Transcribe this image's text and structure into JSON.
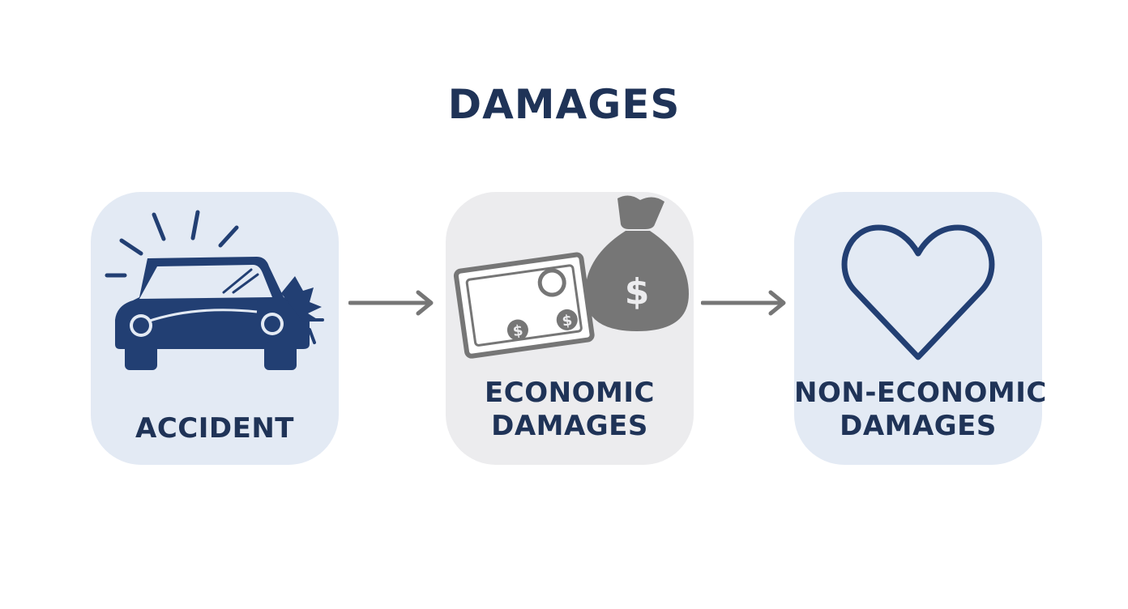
{
  "title": "DAMAGES",
  "nodes": [
    {
      "id": "accident",
      "label": "ACCIDENT",
      "icon": "car-crash-icon"
    },
    {
      "id": "economic",
      "label_lines": [
        "ECONOMIC",
        "DAMAGES"
      ],
      "icon": "money-icon"
    },
    {
      "id": "non_economic",
      "label_lines": [
        "NON-ECONOMIC",
        "DAMAGES"
      ],
      "icon": "heart-icon"
    }
  ],
  "colors": {
    "navy": "#1f3357",
    "car_blue": "#223f73",
    "gray": "#767676",
    "card_blue": "#e3eaf4",
    "card_gray": "#ececee"
  }
}
